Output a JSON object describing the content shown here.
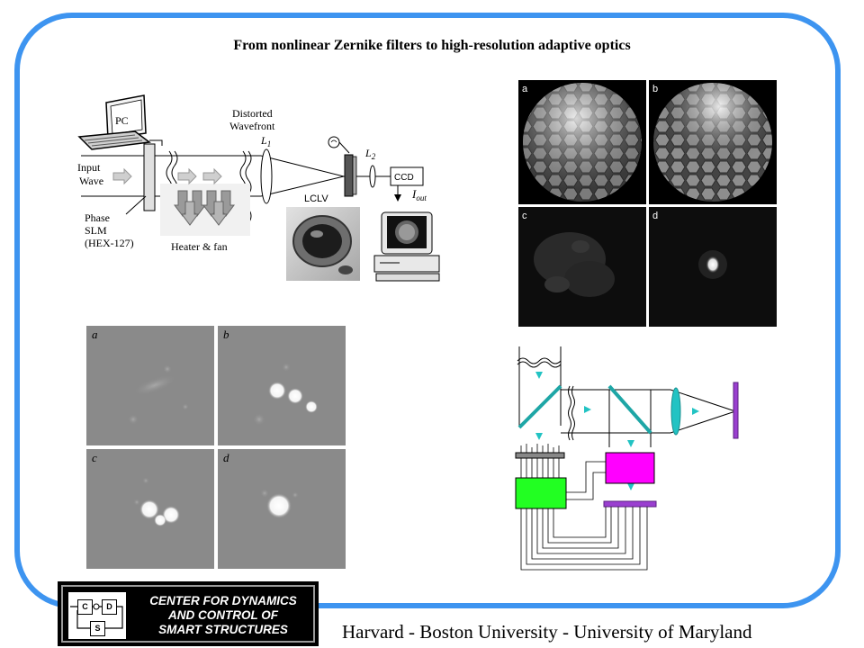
{
  "title": "From nonlinear Zernike filters to high-resolution adaptive optics",
  "footer": "Harvard  - Boston University  -  University of Maryland",
  "logo": {
    "lines": [
      "CENTER FOR DYNAMICS",
      "AND CONTROL OF",
      "SMART STRUCTURES"
    ],
    "blocks": [
      "C",
      "D",
      "S"
    ]
  },
  "setup_diagram": {
    "pc": "PC",
    "distorted": [
      "Distorted",
      "Wavefront"
    ],
    "l1": "L",
    "l1_sub": "1",
    "l2": "L",
    "l2_sub": "2",
    "ccd": "CCD",
    "iout": "I",
    "iout_sub": "out",
    "input_wave": [
      "Input",
      "Wave"
    ],
    "lclv": "LCLV",
    "phase_slm": [
      "Phase",
      "SLM",
      "(HEX-127)"
    ],
    "heater": "Heater & fan"
  },
  "hex_panels": [
    "a",
    "b",
    "c",
    "d"
  ],
  "spot_panels": [
    "a",
    "b",
    "c",
    "d"
  ],
  "colors": {
    "frame": "#3d94f0",
    "mirror": "#1ea6a6",
    "arrow": "#22c3c3",
    "controller": "#22ff22",
    "processor": "#ff00ff",
    "stop": "#9a3fd0"
  }
}
